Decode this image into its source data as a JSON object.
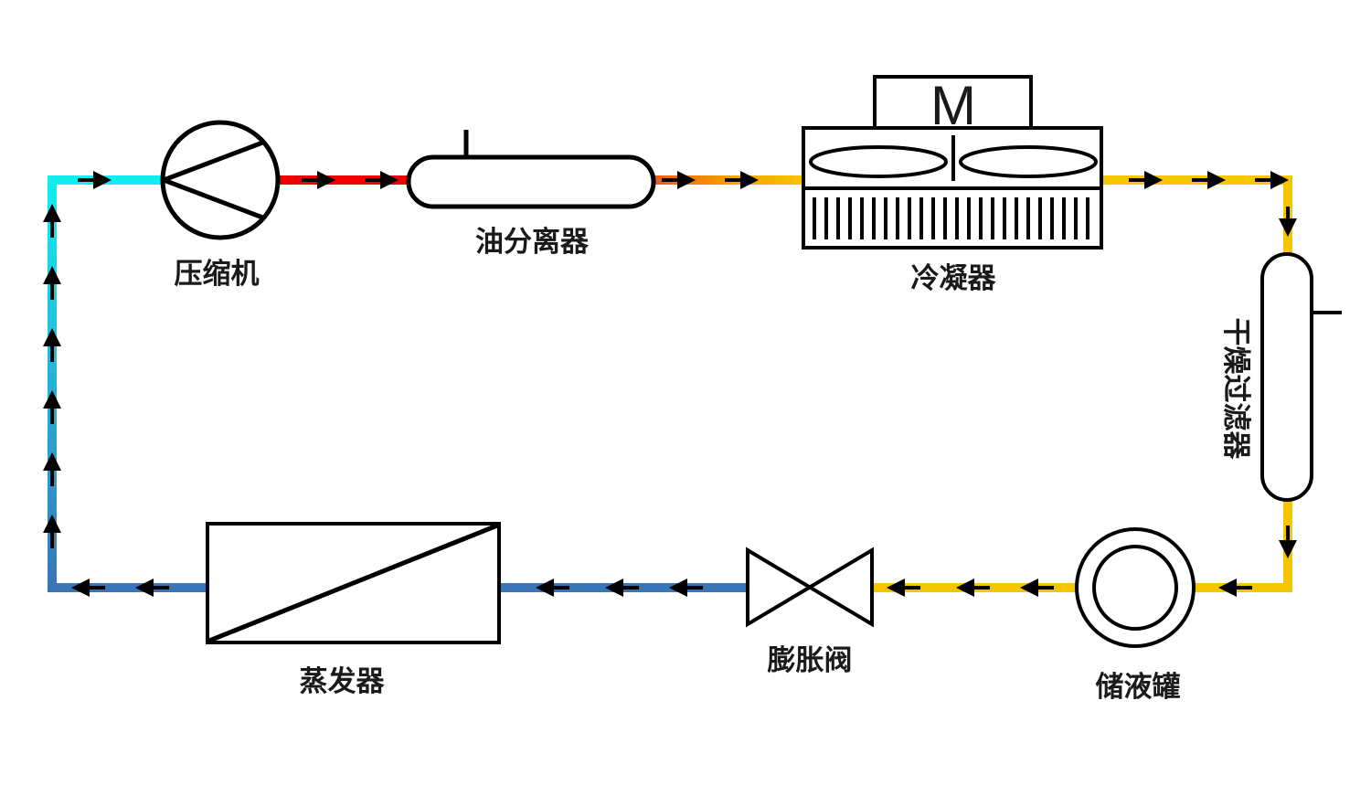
{
  "title": "制冷循环流程图",
  "components": {
    "compressor": {
      "label": "压缩机"
    },
    "oil_separator": {
      "label": "油分离器"
    },
    "condenser": {
      "label": "冷凝器",
      "motor_label": "M"
    },
    "filter_drier": {
      "label": "干燥过滤器"
    },
    "receiver": {
      "label": "储液罐"
    },
    "expansion_valve": {
      "label": "膨胀阀"
    },
    "evaporator": {
      "label": "蒸发器"
    }
  },
  "flow_order": [
    "压缩机",
    "油分离器",
    "冷凝器",
    "干燥过滤器",
    "储液罐",
    "膨胀阀",
    "蒸发器"
  ],
  "pipe_colors": {
    "suction_top": "#12EEF0",
    "suction_bottom": "#3A75B8",
    "discharge": "#EE0000",
    "discharge_transition": "#F07010",
    "liquid": "#F5C500",
    "low_pressure": "#3A75B8",
    "arrow": "#000000"
  }
}
